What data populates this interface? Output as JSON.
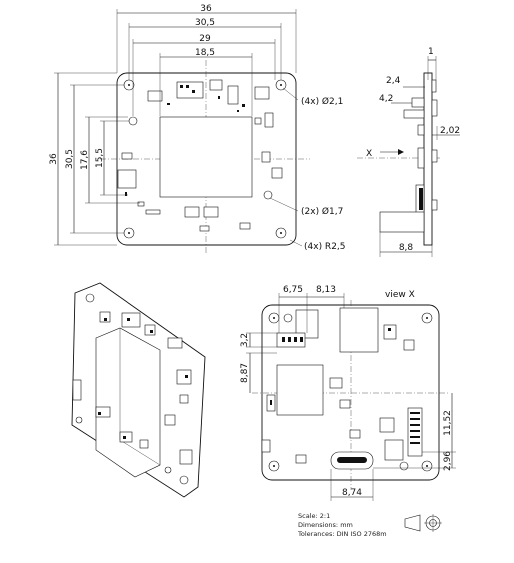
{
  "top_view": {
    "dims_top": [
      "36",
      "30,5",
      "29",
      "18,5"
    ],
    "dims_left": [
      "36",
      "30,5",
      "17,6",
      "15,5"
    ],
    "dims_right": [
      "(4x) Ø2,1",
      "(2x) Ø1,7",
      "(4x) R2,5"
    ]
  },
  "side_view": {
    "dims": [
      "1",
      "2,4",
      "4,2",
      "2,02",
      "8,8"
    ],
    "arrow_label": "X"
  },
  "view_x": {
    "title": "view X",
    "dims_top": [
      "6,75",
      "8,13"
    ],
    "dims_left": [
      "3,2",
      "8,87"
    ],
    "dims_right": [
      "11,52",
      "2,96"
    ],
    "dims_bottom": [
      "8,74"
    ]
  },
  "footer": {
    "scale": "Scale: 2:1",
    "dimensions": "Dimensions: mm",
    "tolerances": "Tolerances: DIN ISO 2768m"
  }
}
